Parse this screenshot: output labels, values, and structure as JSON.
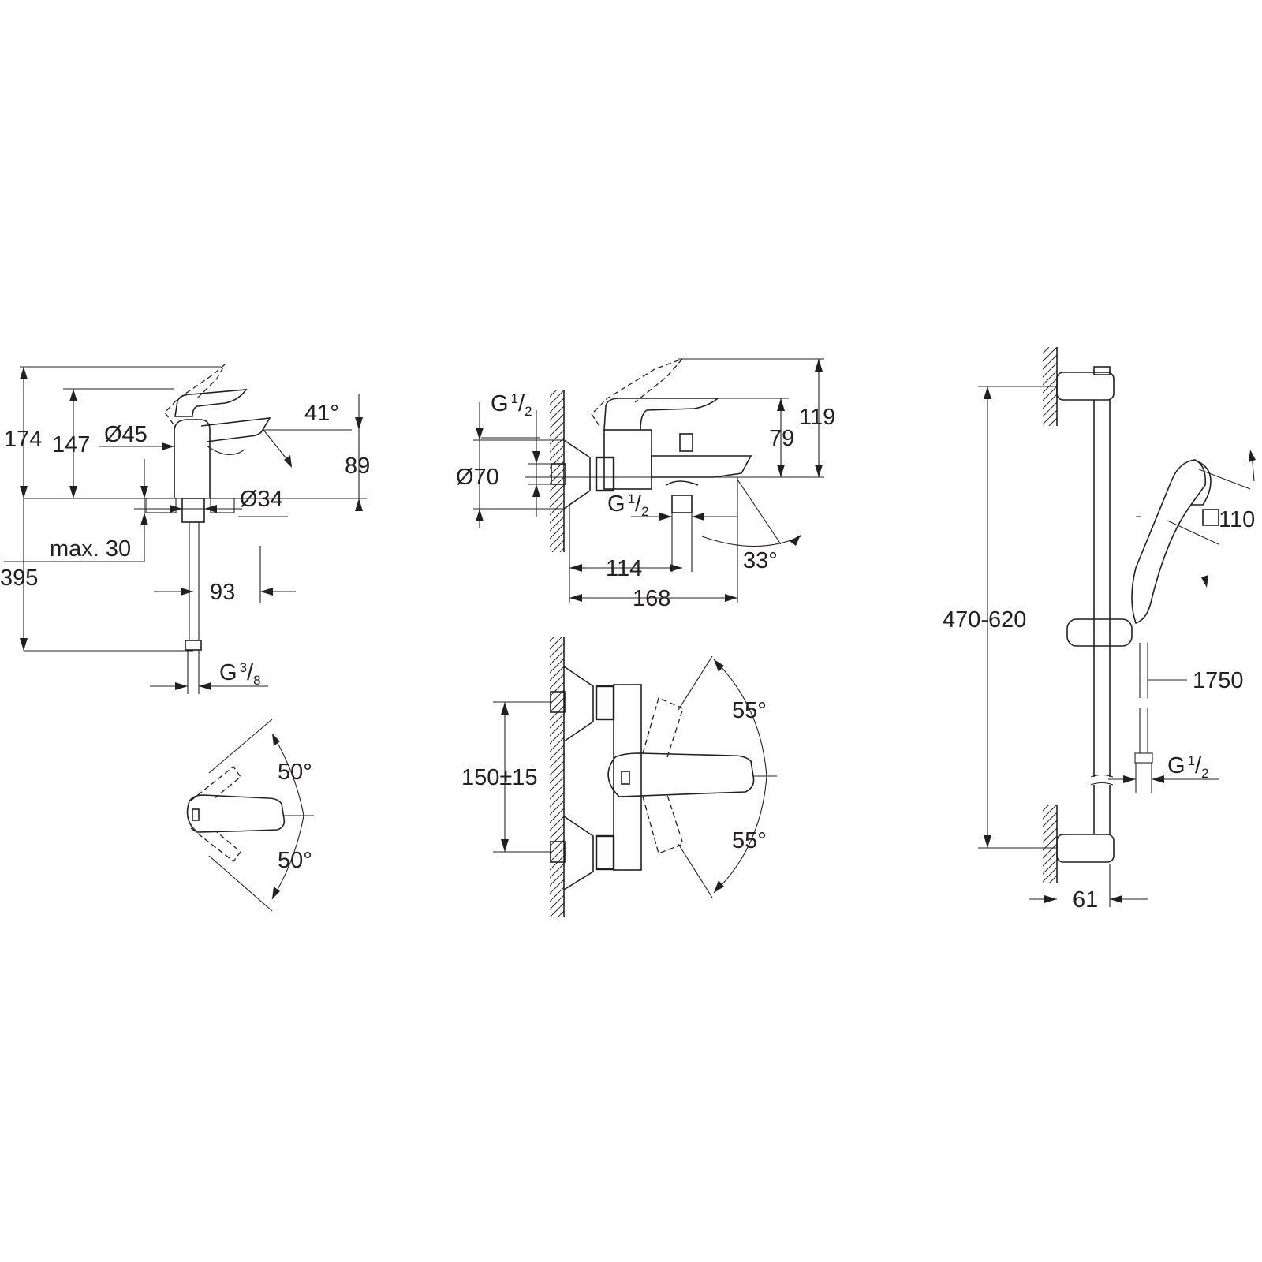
{
  "basin_mixer": {
    "height_total": "174",
    "height_spout": "147",
    "body_diameter": "Ø45",
    "lever_angle": "41°",
    "spout_height": "89",
    "hole_diameter": "Ø34",
    "deck_thickness": "max. 30",
    "hose_length": "395",
    "spout_reach": "93",
    "connection": {
      "main": "G",
      "sup": "3",
      "slash": "/",
      "sub": "8"
    },
    "rotation_upper": "50°",
    "rotation_lower": "50°"
  },
  "bath_mixer": {
    "inlet_connection": {
      "main": "G",
      "sup": "1",
      "slash": "/",
      "sub": "2"
    },
    "escutcheon_diameter": "Ø70",
    "height_total": "119",
    "height_body": "79",
    "outlet_connection": {
      "main": "G",
      "sup": "1",
      "slash": "/",
      "sub": "2"
    },
    "spout_angle": "33°",
    "body_depth": "114",
    "spout_projection": "168",
    "centres": "150±15",
    "rotation_upper": "55°",
    "rotation_lower": "55°"
  },
  "shower_rail": {
    "handshower_size": "110",
    "rail_length": "470-620",
    "hose_length": "1750",
    "connection": {
      "main": "G",
      "sup": "1",
      "slash": "/",
      "sub": "2"
    },
    "wall_distance": "61"
  }
}
